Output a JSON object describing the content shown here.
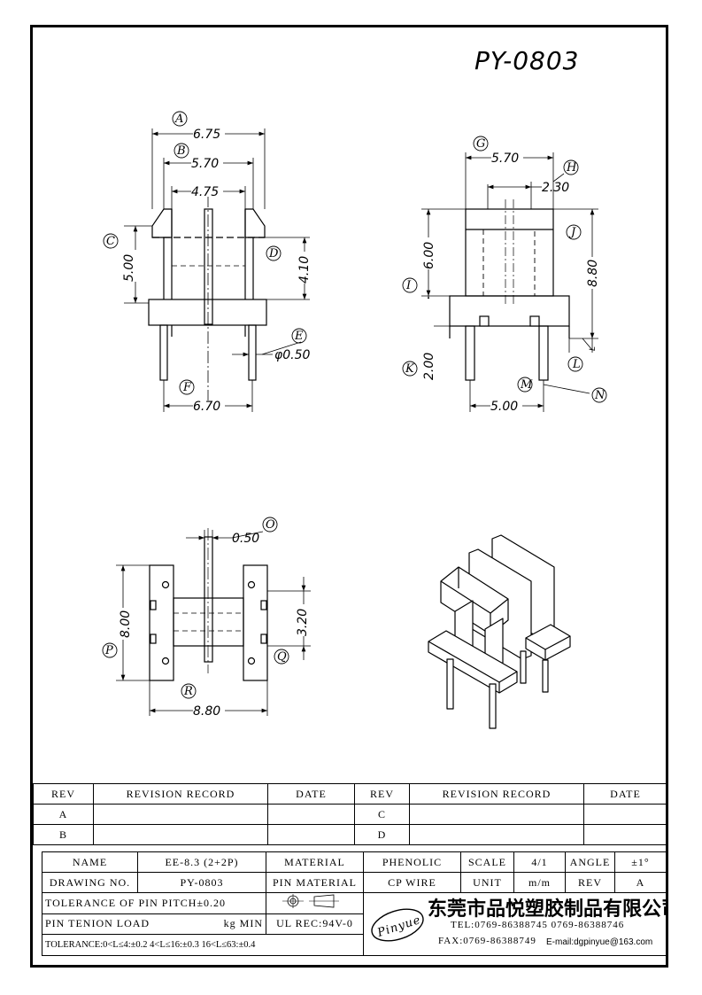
{
  "title": "PY-0803",
  "dimensions": {
    "A": "6.75",
    "B": "5.70",
    "C": "5.00",
    "D": "4.10",
    "E": "φ0.50",
    "F": "6.70",
    "G": "5.70",
    "H": "2.30",
    "I": "6.00",
    "J": "8.80",
    "K": "2.00",
    "L": "L",
    "M": "5.00",
    "N": "",
    "O": "0.50",
    "P": "8.00",
    "Q": "3.20",
    "R": "8.80",
    "inner": "4.75"
  },
  "labels": [
    "A",
    "B",
    "C",
    "D",
    "E",
    "F",
    "G",
    "H",
    "I",
    "J",
    "K",
    "L",
    "M",
    "N",
    "O",
    "P",
    "Q",
    "R"
  ],
  "revision_table": {
    "headers": [
      "REV",
      "REVISION RECORD",
      "DATE",
      "REV",
      "REVISION RECORD",
      "DATE"
    ],
    "rows": [
      [
        "A",
        "",
        "",
        "C",
        "",
        ""
      ],
      [
        "B",
        "",
        "",
        "D",
        "",
        ""
      ]
    ]
  },
  "info_table": {
    "name_label": "NAME",
    "name_value": "EE-8.3 (2+2P)",
    "material_label": "MATERIAL",
    "material_value": "PHENOLIC",
    "scale_label": "SCALE",
    "scale_value": "4/1",
    "angle_label": "ANGLE",
    "angle_value": "±1°",
    "drawing_no_label": "DRAWING NO.",
    "drawing_no_value": "PY-0803",
    "pin_material_label": "PIN MATERIAL",
    "pin_material_value": "CP WIRE",
    "unit_label": "UNIT",
    "unit_value": "m/m",
    "rev_label": "REV",
    "rev_value": "A",
    "tolerance_pitch": "TOLERANCE OF PIN PITCH±0.20",
    "pin_tension_label": "PIN TENION LOAD",
    "pin_tension_unit": "kg MIN",
    "ul_rec": "UL REC:94V-0",
    "tolerance_ranges": "TOLERANCE:0<L≤4:±0.2  4<L≤16:±0.3  16<L≤63:±0.4",
    "company_cn": "东莞市品悦塑胶制品有限公司",
    "logo_text": "Pinyue",
    "tel": "TEL:0769-86388745   0769-86388746",
    "fax": "FAX:0769-86388749",
    "email": "E-mail:dgpinyue@163.com"
  }
}
